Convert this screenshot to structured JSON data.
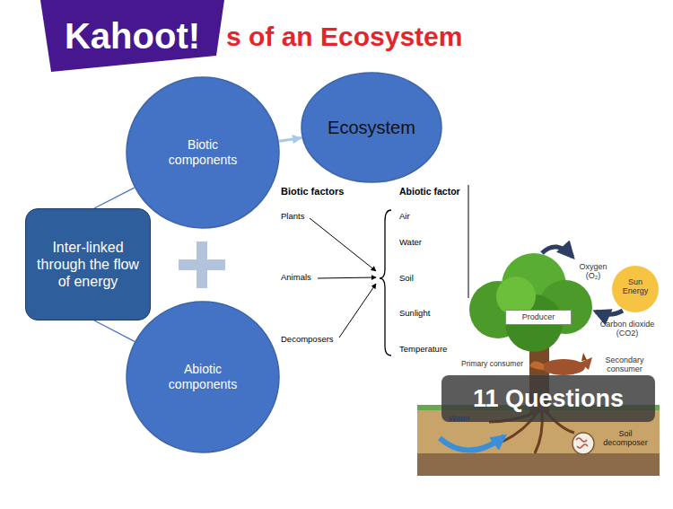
{
  "diagram": {
    "title": "s of an Ecosystem",
    "nodes": [
      {
        "text": [
          "Kahoot!"
        ]
      },
      {
        "text": [
          "Ecosystem"
        ]
      },
      {
        "text": [
          "Biotic components"
        ]
      },
      {
        "text": [
          "Inter-linked through the flow of energy"
        ]
      },
      {
        "text": [
          "Producer"
        ]
      },
      {
        "text": [
          "Abiotic components"
        ]
      },
      {
        "text": [
          "11 Questions"
        ]
      }
    ],
    "edges": [
      {
        "from": 3,
        "to": 2,
        "arrow": "none"
      },
      {
        "from": 3,
        "to": 5,
        "arrow": "none"
      },
      {
        "from": 2,
        "to": 1,
        "arrow": "to"
      }
    ],
    "labels": [
      "Biotic factors",
      "Abiotic factor",
      "Plants",
      "Animals",
      "Decomposers",
      "Air",
      "Water",
      "Soil",
      "Sunlight",
      "Temperature",
      "Oxygen (O₂)",
      "Sun Energy",
      "Carbon dioxide (CO2)",
      "Secondary consumer",
      "Primary consumer",
      "Water",
      "Soil decomposer"
    ]
  }
}
